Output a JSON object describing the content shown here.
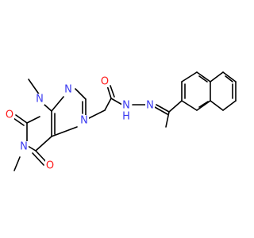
{
  "colors": {
    "nitrogen": "#3a3af0",
    "oxygen": "#ff1a1a",
    "bond": "#000000",
    "background": "#ffffff"
  },
  "atoms": {
    "n1": "N",
    "n3": "N",
    "n7": "N",
    "n9": "N",
    "me1": "",
    "me3": "",
    "o2": "O",
    "o6": "O",
    "o_amide": "O",
    "nh": "N",
    "h": "H",
    "n_imine": "N"
  }
}
